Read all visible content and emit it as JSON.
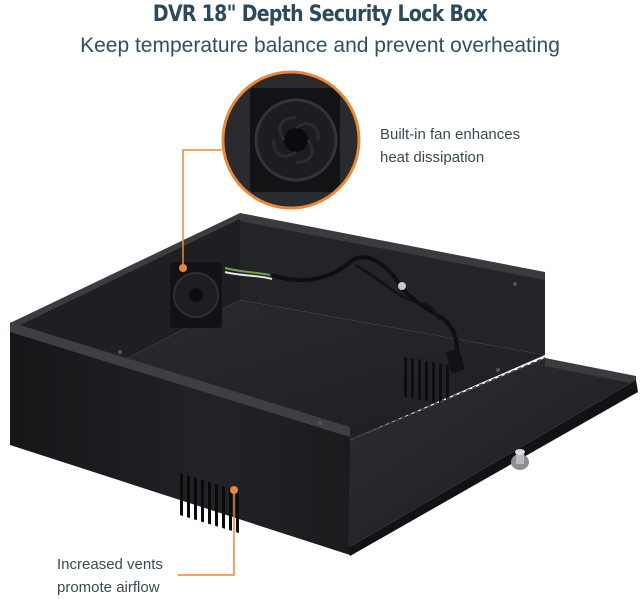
{
  "header": {
    "title": "DVR 18\" Depth Security Lock Box",
    "subtitle": "Keep temperature balance and prevent overheating"
  },
  "callouts": {
    "fan": {
      "line1": "Built-in fan enhances",
      "line2": "heat dissipation"
    },
    "vents": {
      "line1": "Increased vents",
      "line2": "promote airflow"
    }
  },
  "colors": {
    "accent": "#e9873a",
    "heading": "#2b4a5b",
    "box_body": "#1b1c1e"
  },
  "icons": {
    "product": "lock-box-image",
    "fan_zoom": "fan-zoom-icon"
  }
}
